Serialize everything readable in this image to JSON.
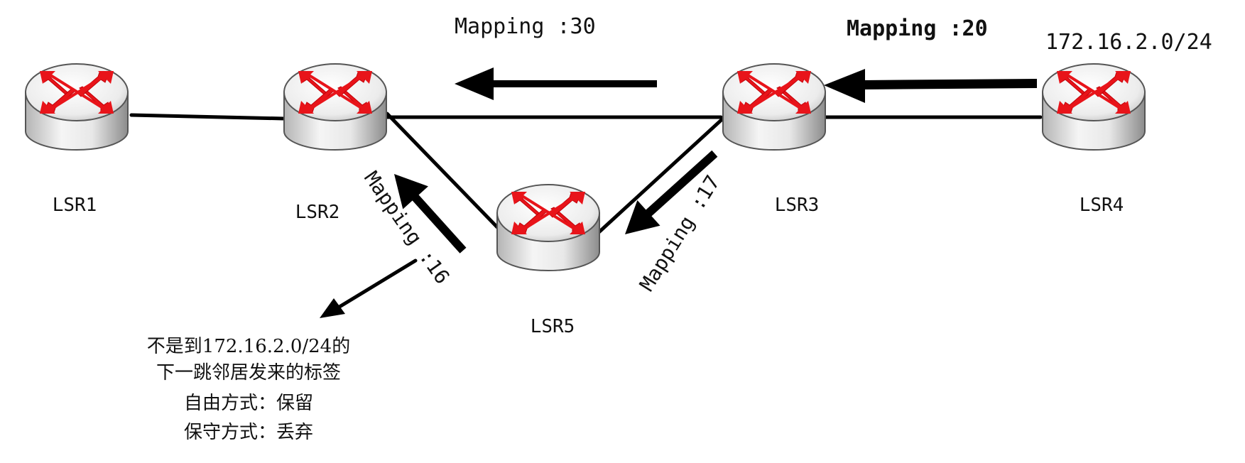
{
  "routers": [
    {
      "id": "lsr1",
      "label": "LSR1"
    },
    {
      "id": "lsr2",
      "label": "LSR2"
    },
    {
      "id": "lsr3",
      "label": "LSR3"
    },
    {
      "id": "lsr4",
      "label": "LSR4"
    },
    {
      "id": "lsr5",
      "label": "LSR5"
    }
  ],
  "mappings": [
    {
      "id": "m30",
      "text": "Mapping :30"
    },
    {
      "id": "m20",
      "text": "Mapping :20"
    },
    {
      "id": "m17",
      "text": "Mapping :17"
    },
    {
      "id": "m16",
      "text": "Mapping :16"
    }
  ],
  "prefix": "172.16.2.0/24",
  "note": [
    "不是到172.16.2.0/24的",
    "下一跳邻居发来的标签",
    "自由方式：保留",
    "保守方式：丢弃"
  ],
  "colors": {
    "arrow_red": "#e8141a",
    "line": "#000000",
    "body_light": "#f2f2f2",
    "body_dark": "#9a9a9a"
  }
}
